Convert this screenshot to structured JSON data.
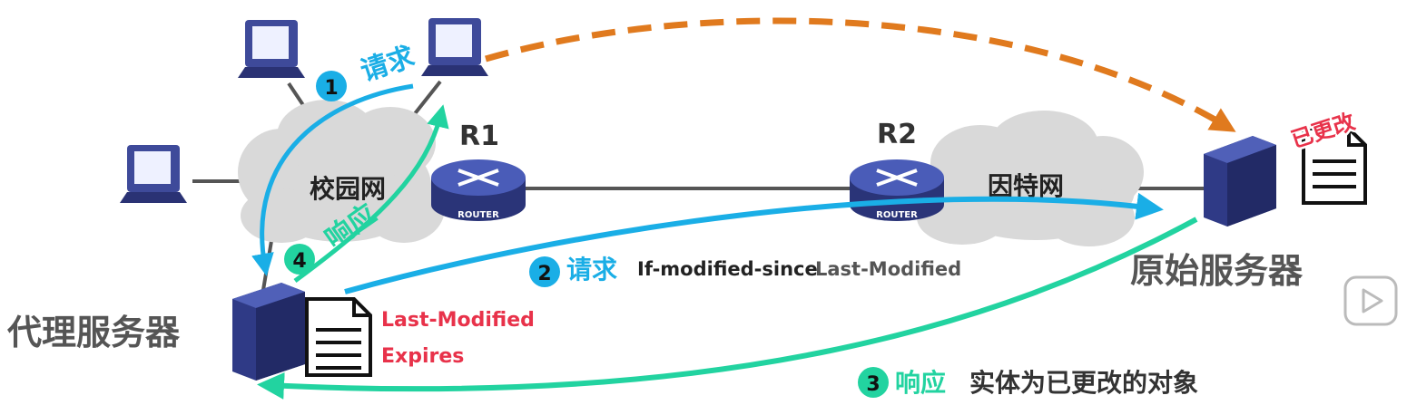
{
  "colors": {
    "request": "#1aaee6",
    "response": "#22d3a0",
    "dashed": "#e07a1e",
    "modified": "#e8324a",
    "text_dark": "#222222",
    "text_gray": "#555555",
    "router": "#3a4aa0",
    "server": "#2f3a86",
    "cloud": "#d7d7d7"
  },
  "routers": {
    "r1": {
      "name": "R1",
      "badge": "ROUTER"
    },
    "r2": {
      "name": "R2",
      "badge": "ROUTER"
    }
  },
  "clouds": {
    "campus": "校园网",
    "internet": "因特网"
  },
  "nodes": {
    "proxy": "代理服务器",
    "origin": "原始服务器"
  },
  "steps": {
    "s1": {
      "num": "1",
      "label": "请求"
    },
    "s2": {
      "num": "2",
      "label": "请求",
      "header_name": "If-modified-since",
      "header_value": "Last-Modified"
    },
    "s3": {
      "num": "3",
      "label": "响应",
      "desc": "实体为已更改的对象"
    },
    "s4": {
      "num": "4",
      "label": "响应"
    }
  },
  "cache_doc": {
    "line1": "Last-Modified",
    "line2": "Expires"
  },
  "origin_doc": {
    "stamp": "已更改"
  },
  "icons": [
    "computer-icon",
    "router-icon",
    "server-icon",
    "document-icon",
    "cloud-icon",
    "play-icon"
  ]
}
